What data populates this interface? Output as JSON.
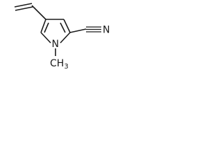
{
  "molecule": {
    "atoms": {
      "ring_nitrogen": "N",
      "nitrile_nitrogen": "N",
      "methyl": "CH3"
    },
    "methyl_label": {
      "main": "CH",
      "subscript": "3"
    },
    "colors": {
      "bond": "#1a1a1a",
      "label": "#1a1a1a",
      "background": "#ffffff"
    }
  }
}
